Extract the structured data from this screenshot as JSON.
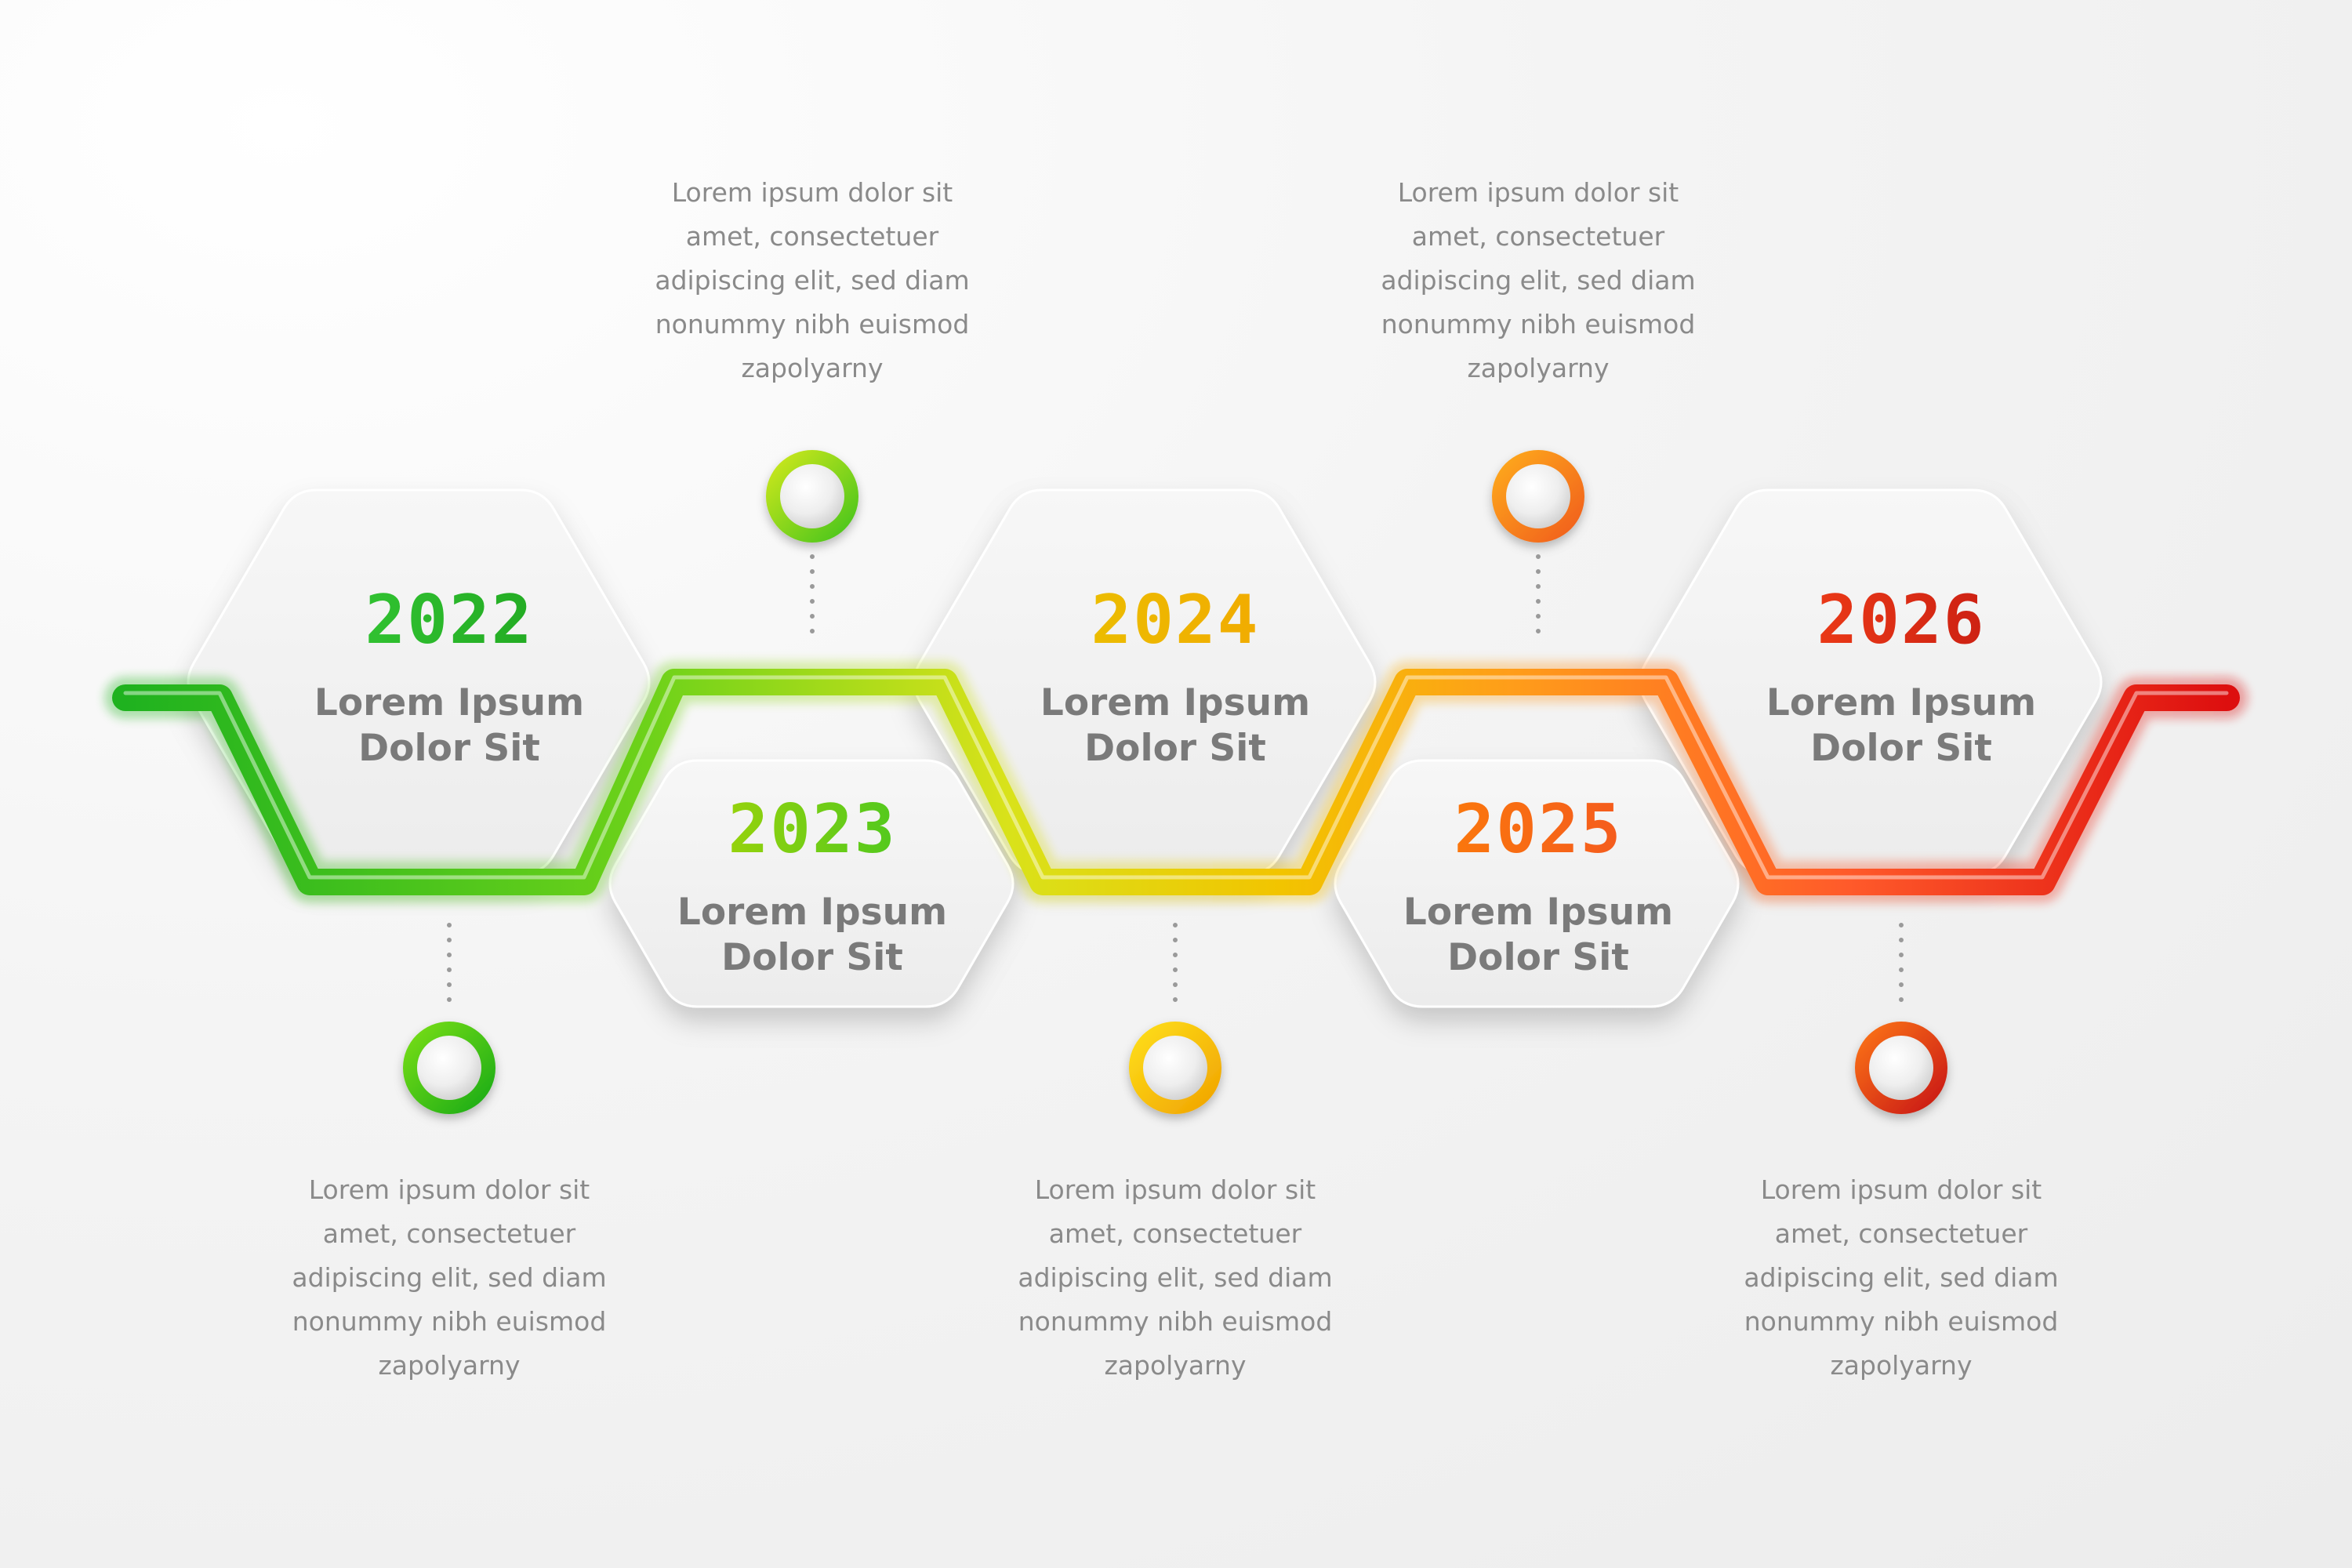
{
  "milestones": [
    {
      "year": "2022",
      "title_line1": "Lorem Ipsum",
      "title_line2": "Dolor Sit",
      "desc": [
        "Lorem ipsum dolor sit",
        "amet, consectetuer",
        "adipiscing elit, sed diam",
        "nonummy nibh euismod",
        "zapolyarny"
      ],
      "color_start": "#3ad13a",
      "color_end": "#1a9c1a"
    },
    {
      "year": "2023",
      "title_line1": "Lorem Ipsum",
      "title_line2": "Dolor Sit",
      "desc": [
        "Lorem ipsum dolor sit",
        "amet, consectetuer",
        "adipiscing elit, sed diam",
        "nonummy nibh euismod",
        "zapolyarny"
      ],
      "color_start": "#c6d900",
      "color_end": "#22c22a"
    },
    {
      "year": "2024",
      "title_line1": "Lorem Ipsum",
      "title_line2": "Dolor Sit",
      "desc": [
        "Lorem ipsum dolor sit",
        "amet, consectetuer",
        "adipiscing elit, sed diam",
        "nonummy nibh euismod",
        "zapolyarny"
      ],
      "color_start": "#e8c800",
      "color_end": "#f5a000"
    },
    {
      "year": "2025",
      "title_line1": "Lorem Ipsum",
      "title_line2": "Dolor Sit",
      "desc": [
        "Lorem ipsum dolor sit",
        "amet, consectetuer",
        "adipiscing elit, sed diam",
        "nonummy nibh euismod",
        "zapolyarny"
      ],
      "color_start": "#ff8a00",
      "color_end": "#f0482a"
    },
    {
      "year": "2026",
      "title_line1": "Lorem Ipsum",
      "title_line2": "Dolor Sit",
      "desc": [
        "Lorem ipsum dolor sit",
        "amet, consectetuer",
        "adipiscing elit, sed diam",
        "nonummy nibh euismod",
        "zapolyarny"
      ],
      "color_start": "#ff4a1a",
      "color_end": "#b81010"
    }
  ],
  "colors": {
    "line_gradient": [
      "#22b522",
      "#c9e21a",
      "#f1d400",
      "#ffa31a",
      "#ff5a2a",
      "#e01010"
    ],
    "text_gray": "#7a7a7a",
    "connector_dots": "#9a9a9a"
  }
}
